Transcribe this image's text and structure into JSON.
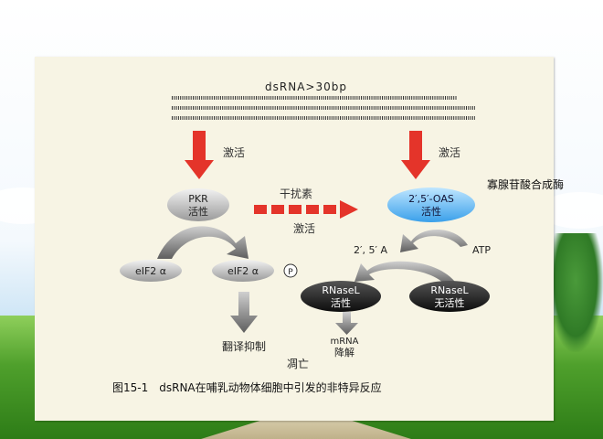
{
  "top_label": "dsRNA>30bp",
  "activate_left": "激活",
  "activate_right": "激活",
  "pkr_line1": "PKR",
  "pkr_line2": "活性",
  "interferon": "干扰素",
  "activate_mid": "激活",
  "oas_line1": "2′,5′-OAS",
  "oas_line2": "活性",
  "side_label": "寡腺苷酸合成酶",
  "five_a": "2′, 5′ A",
  "atp": "ATP",
  "eif2a_left": "eIF2 α",
  "eif2a_right": "eIF2 α",
  "phospho": "P",
  "rnasel_active_1": "RNaseL",
  "rnasel_active_2": "活性",
  "rnasel_inactive_1": "RNaseL",
  "rnasel_inactive_2": "无活性",
  "translation_inhibition": "翻译抑制",
  "mrna_1": "mRNA",
  "mrna_2": "降解",
  "death": "凋亡",
  "caption": "图15-1　dsRNA在哺乳动物体细胞中引发的非特异反应"
}
